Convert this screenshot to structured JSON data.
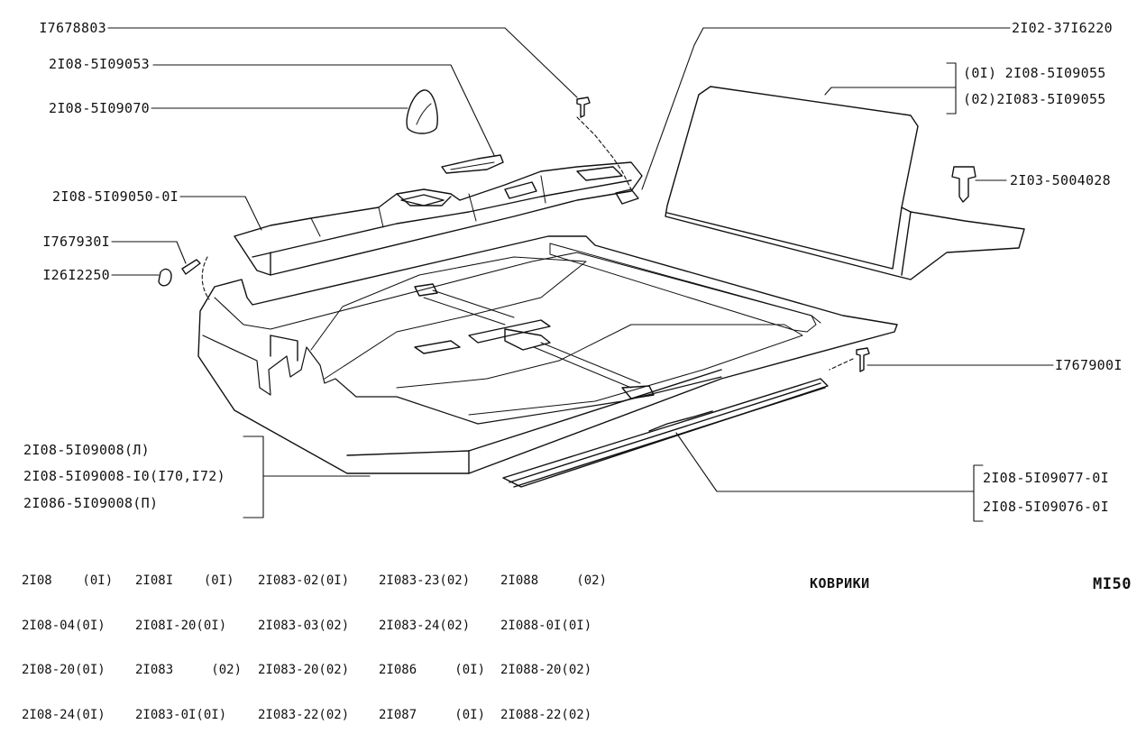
{
  "callouts": {
    "left": [
      "I7678803",
      "2I08-5I09053",
      "2I08-5I09070",
      "2I08-5I09050-0I",
      "I767930I",
      "I26I2250"
    ],
    "right_top": "2I02-37I6220",
    "right_pair_a": [
      "(0I) 2I08-5I09055",
      "(02)2I083-5I09055"
    ],
    "right_mid": "2I03-5004028",
    "right_low": "I767900I",
    "bottom_left_group": [
      "2I08-5I09008(Л)",
      "2I08-5I09008-I0(I70,I72)",
      "2I086-5I09008(П)"
    ],
    "bottom_right_group": [
      "2I08-5I09077-0I",
      "2I08-5I09076-0I"
    ]
  },
  "applicability_table": {
    "columns": [
      [
        "2I08    (0I)",
        "2I08-04(0I)",
        "2I08-20(0I)",
        "2I08-24(0I)"
      ],
      [
        "2I08I    (0I)",
        "2I08I-20(0I)",
        "2I083     (02)",
        "2I083-0I(0I)"
      ],
      [
        "2I083-02(0I)",
        "2I083-03(02)",
        "2I083-20(02)",
        "2I083-22(02)"
      ],
      [
        "2I083-23(02)",
        "2I083-24(02)",
        "2I086     (0I)",
        "2I087     (0I)"
      ],
      [
        "2I088     (02)",
        "2I088-0I(0I)",
        "2I088-20(02)",
        "2I088-22(02)"
      ]
    ]
  },
  "section_title": "КОВРИКИ",
  "page_code": "MI50"
}
